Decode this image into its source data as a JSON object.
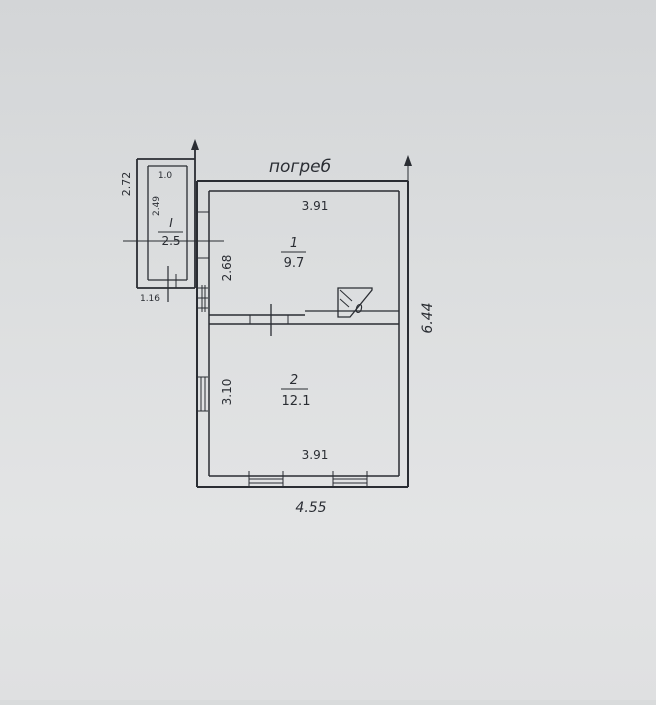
{
  "plan": {
    "cellar_label": "погреб",
    "north_arrow_label": "",
    "overall": {
      "width": "4.55",
      "height": "6.44"
    },
    "annex": {
      "number": "I",
      "area": "2.5",
      "outer_height": "2.72",
      "inner_height": "2.49",
      "inner_width": "1.0",
      "width": "1.16"
    },
    "room1": {
      "number": "1",
      "area": "9.7",
      "width": "3.91",
      "height": "2.68"
    },
    "room2": {
      "number": "2",
      "area": "12.1",
      "width": "3.91",
      "height": "3.10"
    },
    "stove": {
      "label": "0"
    }
  },
  "colors": {
    "ink": "#2a2d33",
    "paper": "#dcdedf"
  }
}
